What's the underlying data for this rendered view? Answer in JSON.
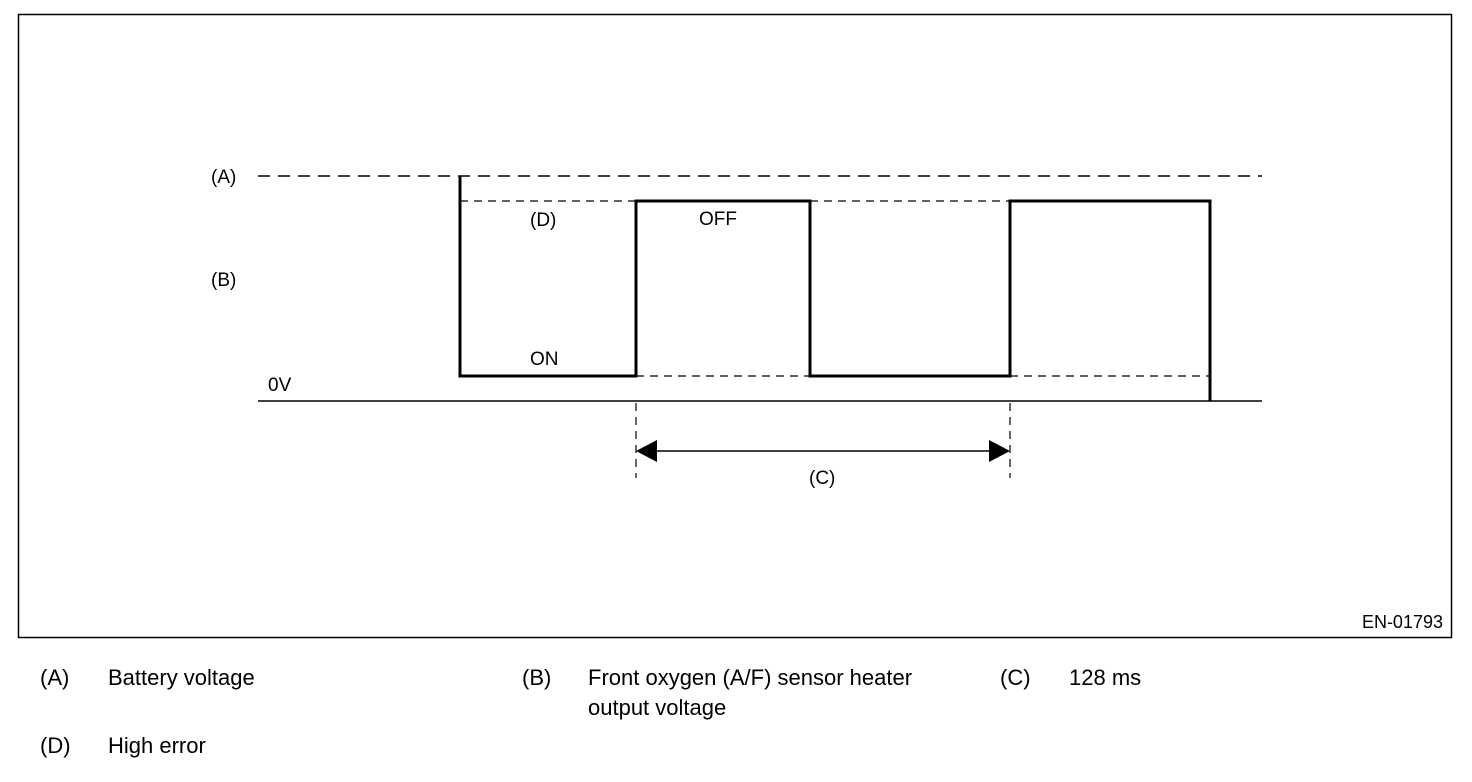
{
  "figure": {
    "id": "EN-01793",
    "label_a": "(A)",
    "label_b": "(B)",
    "label_c": "(C)",
    "label_d": "(D)",
    "label_0v": "0V",
    "label_on": "ON",
    "label_off": "OFF"
  },
  "legend": [
    {
      "key": "(A)",
      "text": "Battery voltage"
    },
    {
      "key": "(B)",
      "text_line1": "Front oxygen (A/F) sensor heater",
      "text_line2": "output voltage"
    },
    {
      "key": "(C)",
      "text": "128 ms"
    },
    {
      "key": "(D)",
      "text": "High error"
    }
  ]
}
